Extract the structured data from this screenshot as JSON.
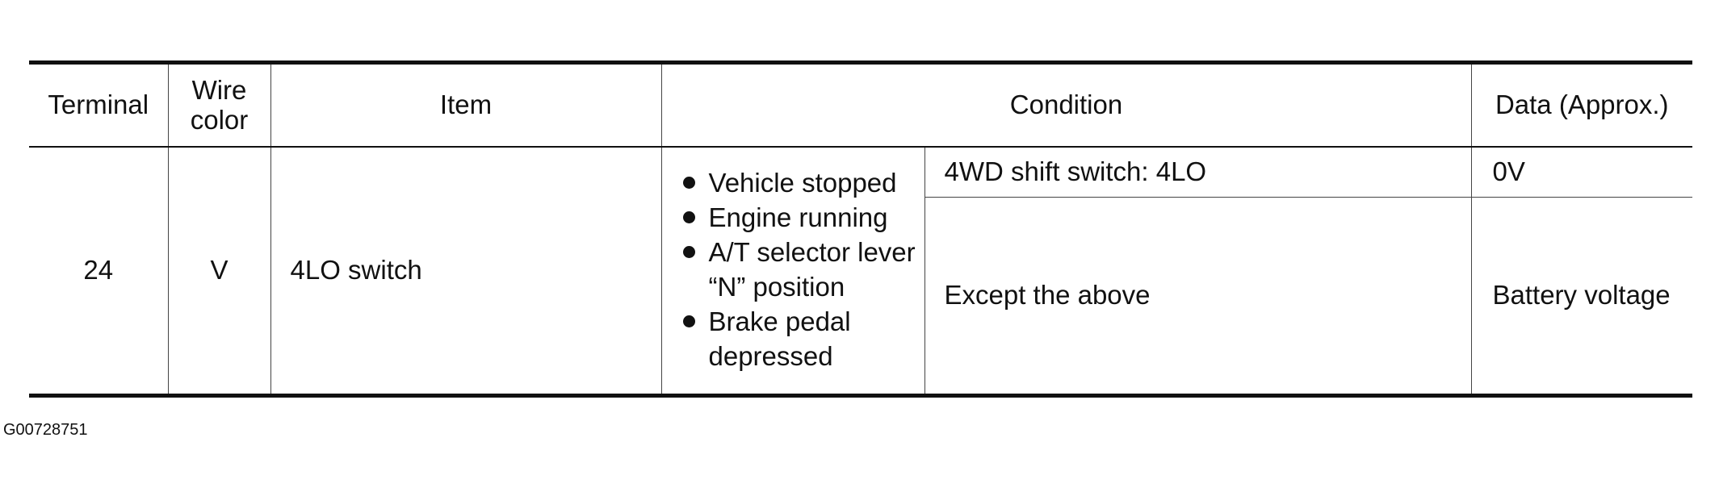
{
  "table": {
    "headers": {
      "terminal": "Terminal",
      "wire_color_line1": "Wire",
      "wire_color_line2": "color",
      "item": "Item",
      "condition": "Condition",
      "data": "Data (Approx.)"
    },
    "row": {
      "terminal": "24",
      "wire_color": "V",
      "item": "4LO switch",
      "conditions": [
        "Vehicle stopped",
        "Engine running",
        "A/T selector lever “N” position",
        "Brake pedal depressed"
      ],
      "cases": [
        {
          "condition": "4WD shift switch: 4LO",
          "data": "0V"
        },
        {
          "condition": "Except the above",
          "data": "Battery voltage"
        }
      ]
    }
  },
  "footer": {
    "image_code": "G00728751"
  }
}
